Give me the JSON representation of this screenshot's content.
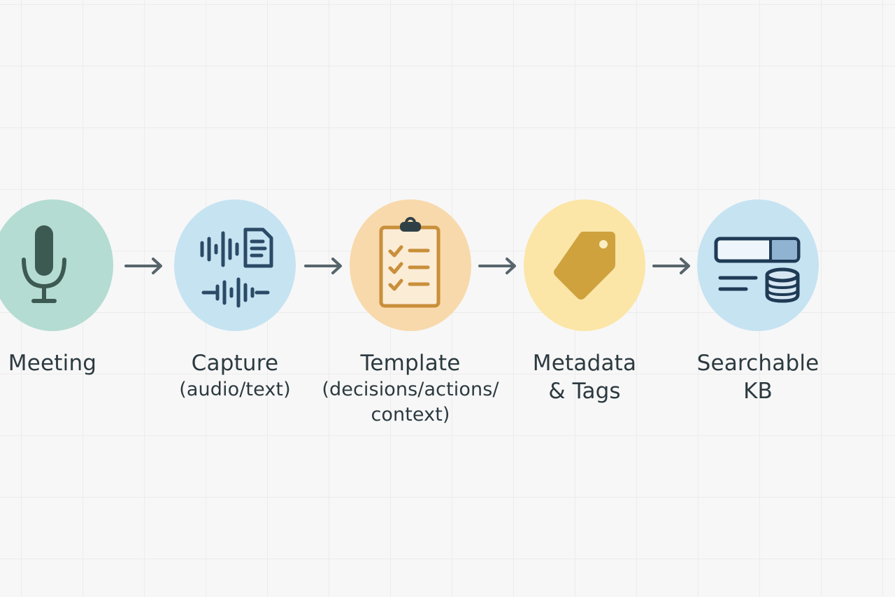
{
  "diagram": {
    "steps": [
      {
        "title": "Meeting",
        "sub_lines": [],
        "icon": "microphone-icon",
        "color": "#b4dcd2"
      },
      {
        "title": "Capture",
        "sub_lines": [
          "(audio/text)"
        ],
        "icon": "audio-wave-document-icon",
        "color": "#c6e3f2"
      },
      {
        "title": "Template",
        "sub_lines": [
          "(decisions/actions/",
          "context)"
        ],
        "icon": "clipboard-checklist-icon",
        "color": "#f8d9ab"
      },
      {
        "title": "Metadata",
        "sub_lines": [
          "& Tags"
        ],
        "icon": "tag-icon",
        "color": "#fbe6a8"
      },
      {
        "title": "Searchable",
        "sub_lines": [
          "KB"
        ],
        "icon": "search-database-icon",
        "color": "#c6e3f2"
      }
    ],
    "arrow_color": "#56656b",
    "connector_icon": "arrow-right-icon"
  }
}
